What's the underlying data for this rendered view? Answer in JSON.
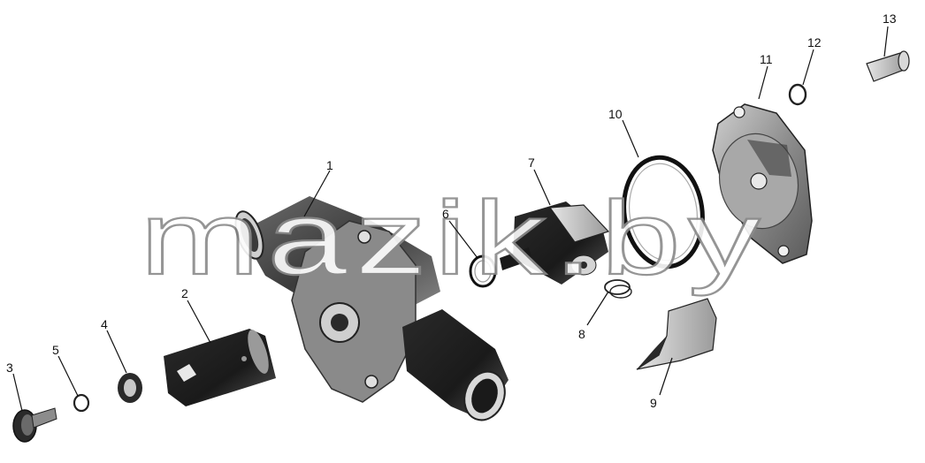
{
  "watermark": "mazik.by",
  "parts": [
    {
      "id": "part-1",
      "label": "1"
    },
    {
      "id": "part-2",
      "label": "2"
    },
    {
      "id": "part-3",
      "label": "3"
    },
    {
      "id": "part-4",
      "label": "4"
    },
    {
      "id": "part-5",
      "label": "5"
    },
    {
      "id": "part-6",
      "label": "6"
    },
    {
      "id": "part-7",
      "label": "7"
    },
    {
      "id": "part-8",
      "label": "8"
    },
    {
      "id": "part-9",
      "label": "9"
    },
    {
      "id": "part-10",
      "label": "10"
    },
    {
      "id": "part-11",
      "label": "11"
    },
    {
      "id": "part-12",
      "label": "12"
    },
    {
      "id": "part-13",
      "label": "13"
    }
  ]
}
